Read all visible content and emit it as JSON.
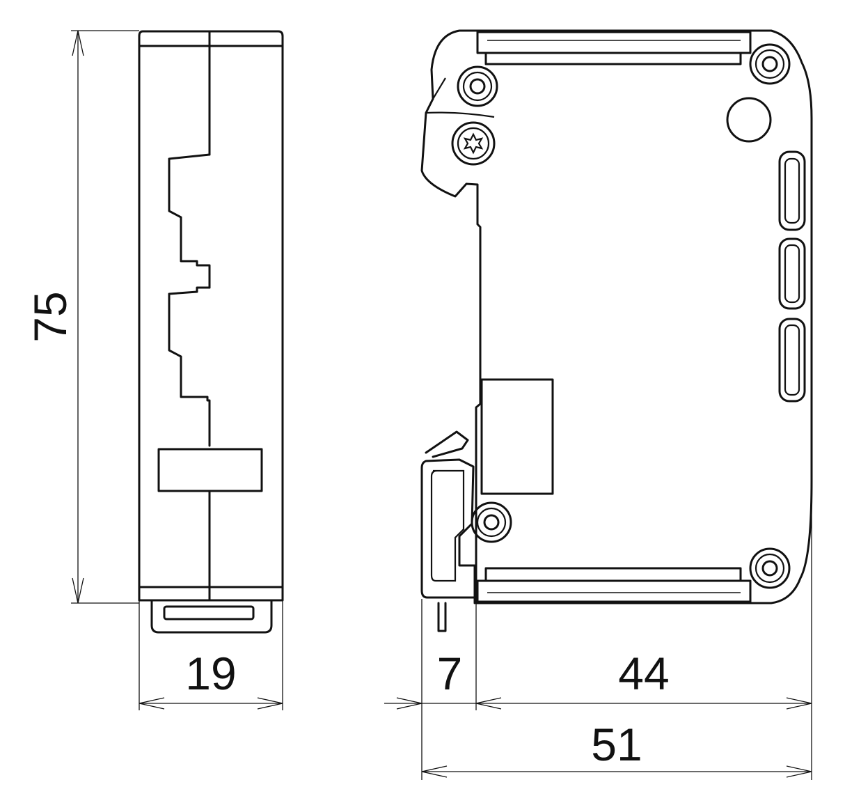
{
  "dimensions": {
    "height": "75",
    "side_width": "19",
    "rail_offset": "7",
    "body_depth": "44",
    "total_depth": "51"
  }
}
